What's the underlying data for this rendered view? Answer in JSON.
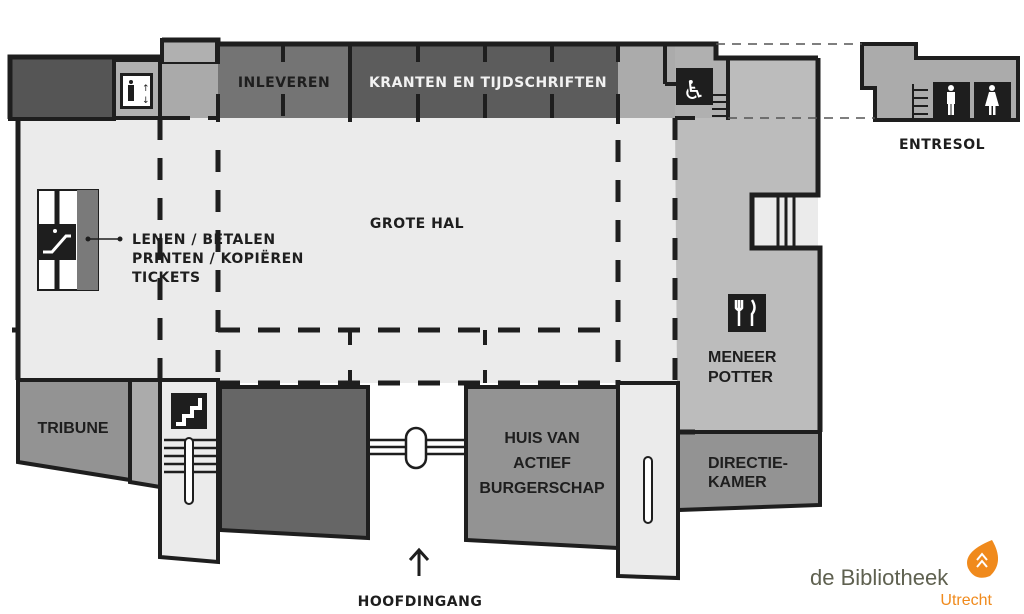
{
  "rooms": {
    "inleveren": "INLEVEREN",
    "kranten": "KRANTEN EN TIJDSCHRIFTEN",
    "grote_hal": "GROTE HAL",
    "service_lines": [
      "LENEN / BETALEN",
      "PRINTEN / KOPIËREN",
      "TICKETS"
    ],
    "tribune": "TRIBUNE",
    "huis_van": [
      "HUIS VAN",
      "ACTIEF",
      "BURGERSCHAP"
    ],
    "meneer_potter": [
      "MENEER",
      "POTTER"
    ],
    "directiekamer": [
      "DIRECTIE-",
      "KAMER"
    ],
    "entresol": "ENTRESOL",
    "hoofdingang": "HOOFDINGANG"
  },
  "icons": [
    "elevator-icon",
    "escalator-icon",
    "wheelchair-icon",
    "restaurant-icon",
    "stairs-icon",
    "toilet-men-icon",
    "toilet-women-icon",
    "entrance-arrow-icon"
  ],
  "logo": {
    "name": "de Bibliotheek",
    "city": "Utrecht"
  },
  "colors": {
    "dark": "#5a5a5a",
    "mid": "#939393",
    "light": "#bcbcbc",
    "hall": "#ebebeb",
    "brand": "#f08a1c",
    "logo_text": "#5f6150"
  }
}
